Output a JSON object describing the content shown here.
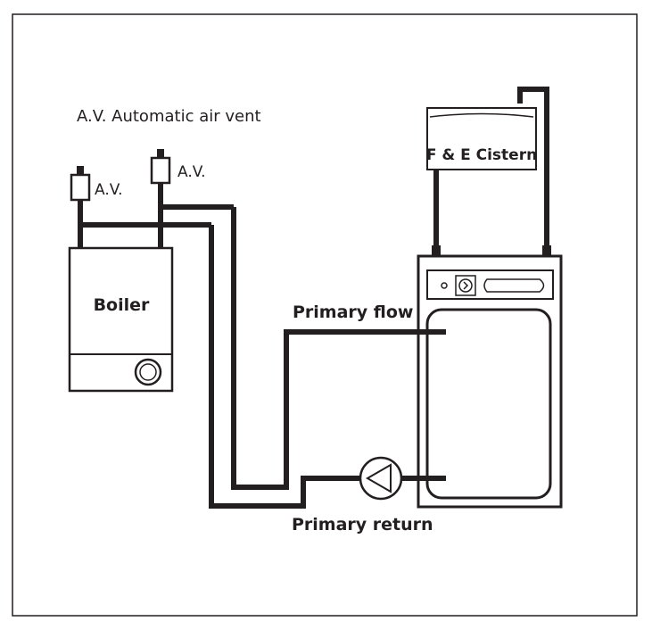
{
  "legend": {
    "av_definition": "A.V. Automatic air vent"
  },
  "boiler": {
    "label": "Boiler"
  },
  "air_vents": {
    "left_label": "A.V.",
    "right_label": "A.V."
  },
  "cistern": {
    "label": "F & E Cistern"
  },
  "pipes": {
    "flow_label": "Primary flow",
    "return_label": "Primary return"
  },
  "colors": {
    "line": "#231f20",
    "background": "#ffffff"
  }
}
